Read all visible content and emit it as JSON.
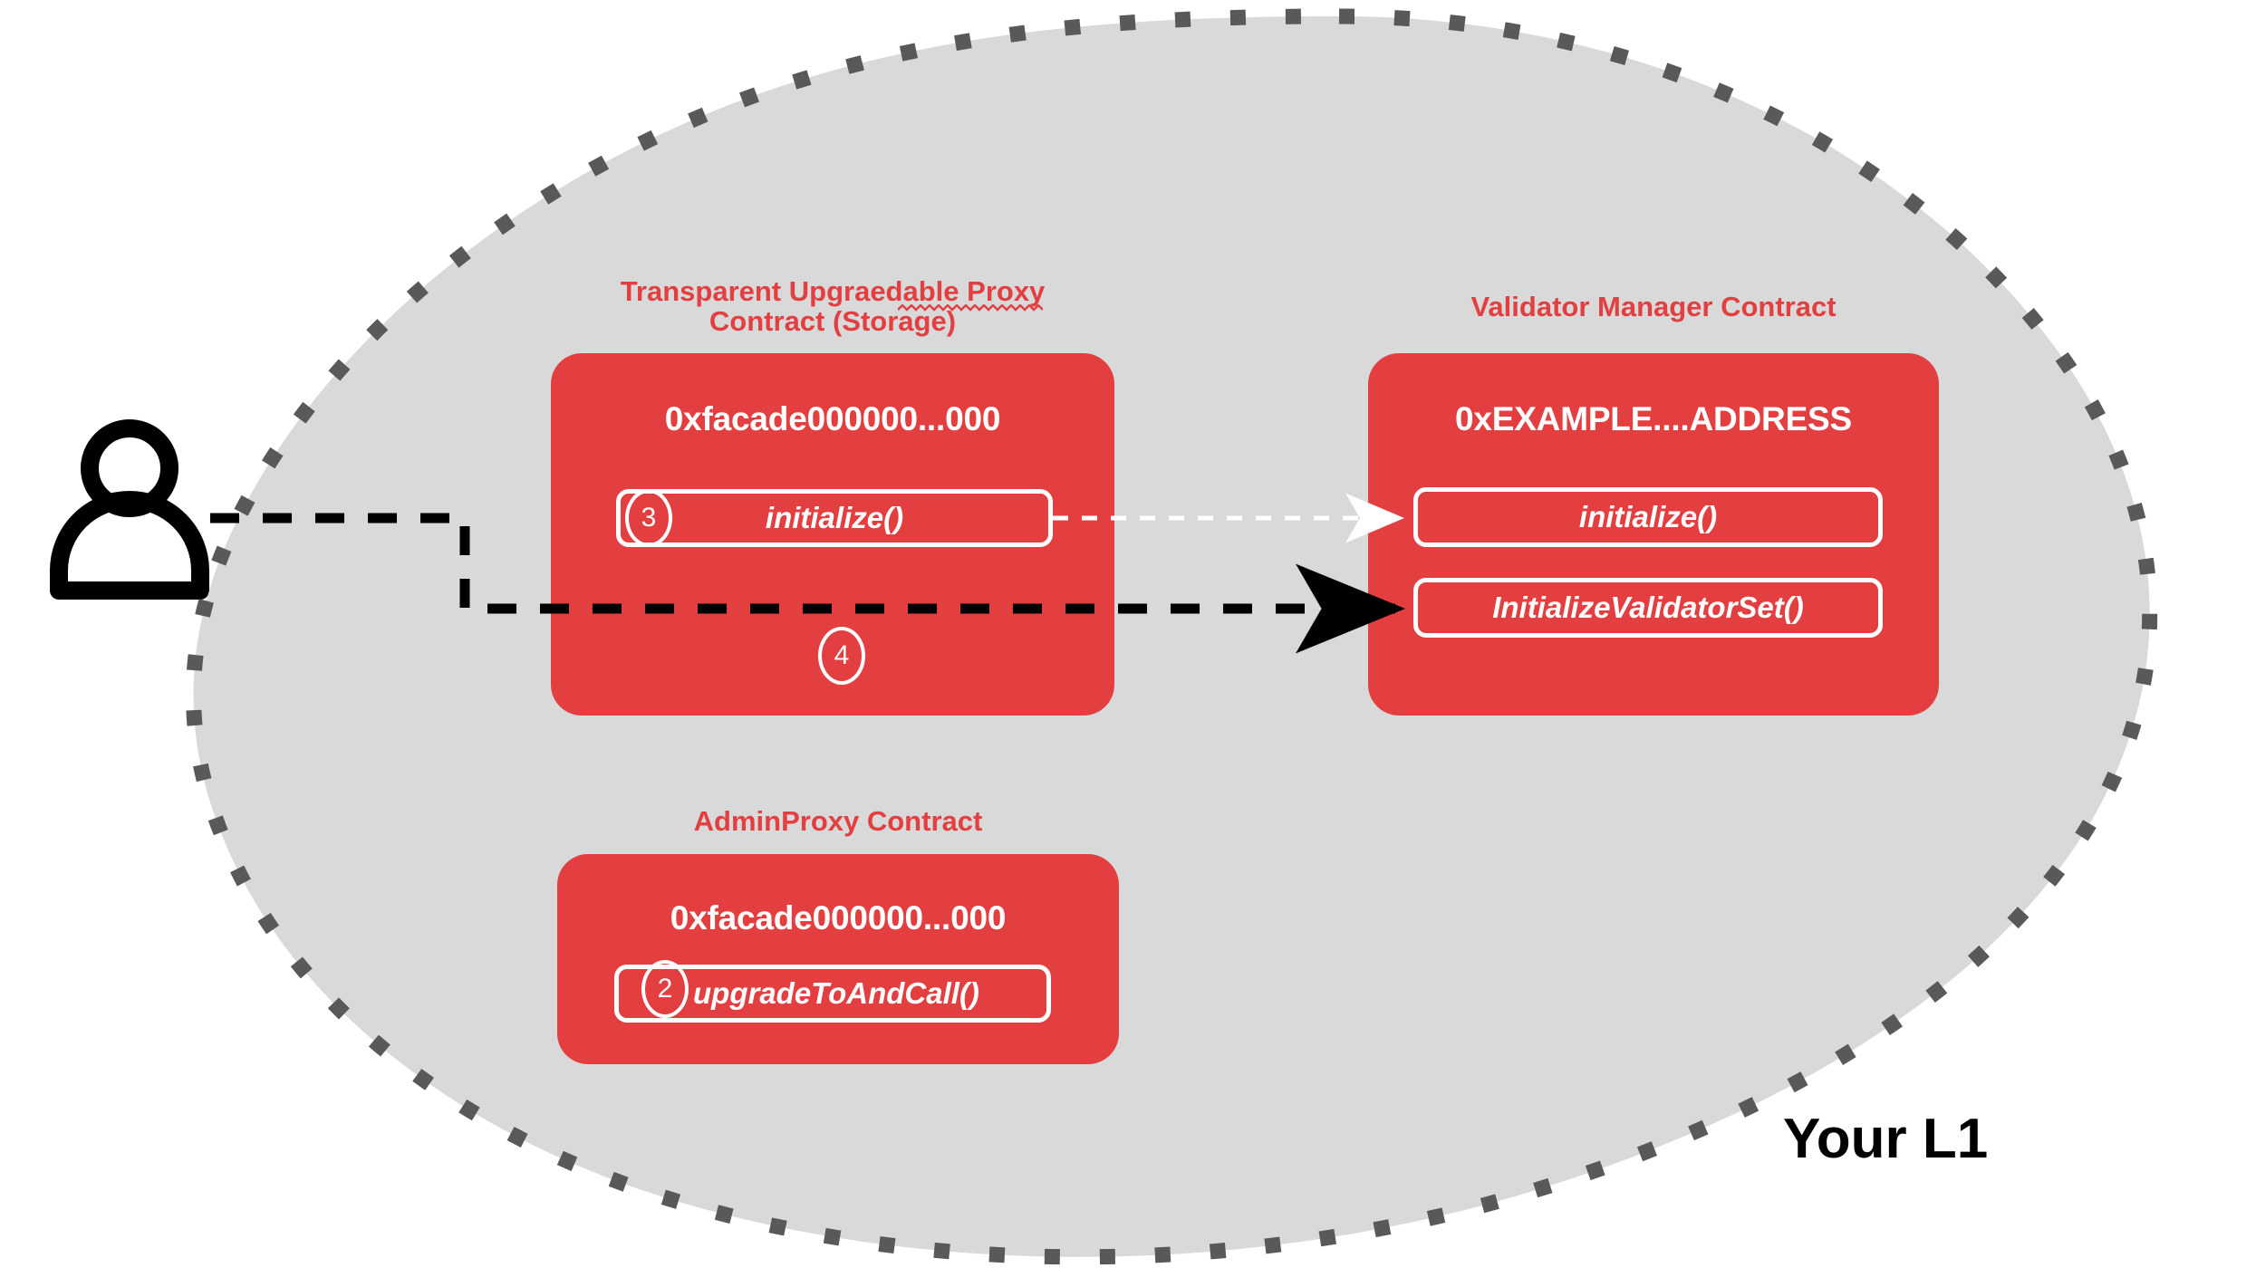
{
  "diagram": {
    "title": "Your L1",
    "environment_label": "Your L1",
    "colors": {
      "contract_red": "#e33f41",
      "blob_fill": "#d9d9d9",
      "blob_border": "#595959",
      "white": "#ffffff",
      "black": "#000000"
    }
  },
  "actor": {
    "name": "user-actor",
    "icon": "user-icon"
  },
  "contracts": [
    {
      "id": "transparent-proxy",
      "caption_line1_prefix": "Transparent ",
      "caption_misspelled_word": "Upgraedable",
      "caption_line1_suffix": " Proxy",
      "caption_line2": "Contract (Storage)",
      "caption_full": "Transparent Upgraedable Proxy Contract (Storage)",
      "address": "0xfacade000000...000",
      "functions": [
        {
          "label": "initialize()",
          "badge": "3",
          "align": "center"
        }
      ],
      "loose_badge": "4"
    },
    {
      "id": "validator-manager",
      "caption_full": "Validator Manager Contract",
      "address": "0xEXAMPLE....ADDRESS",
      "functions": [
        {
          "label": "initialize()",
          "badge": "",
          "align": "center"
        },
        {
          "label": "InitializeValidatorSet()",
          "badge": "",
          "align": "center"
        }
      ]
    },
    {
      "id": "admin-proxy",
      "caption_full": "AdminProxy  Contract",
      "address": "0xfacade000000...000",
      "functions": [
        {
          "label": "upgradeToAndCall()",
          "badge": "2",
          "align": "left"
        }
      ]
    }
  ],
  "connections": [
    {
      "id": "user-to-initialize-validator-set",
      "style": "black-dashed",
      "from": "user-actor",
      "to": "InitializeValidatorSet()"
    },
    {
      "id": "proxy-initialize-to-vm-initialize",
      "style": "white-dashed",
      "from": "initialize()",
      "to": "initialize()"
    }
  ]
}
